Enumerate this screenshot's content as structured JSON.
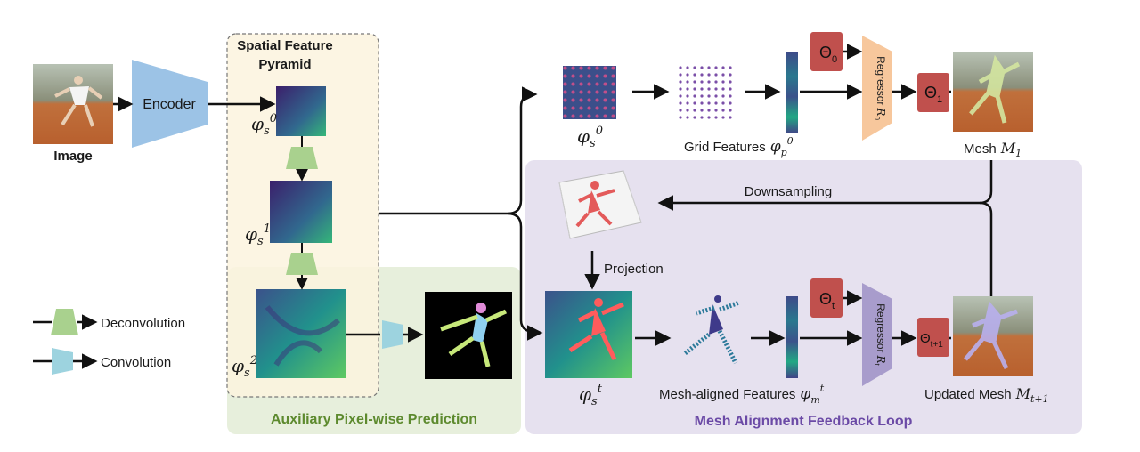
{
  "inputs": {
    "image_label": "Image",
    "encoder_label": "Encoder"
  },
  "pyramid": {
    "title_line1": "Spatial Feature",
    "title_line2": "Pyramid",
    "level0": {
      "base": "φ",
      "sub": "s",
      "sup": "0"
    },
    "level1": {
      "base": "φ",
      "sub": "s",
      "sup": "1"
    },
    "level2": {
      "base": "φ",
      "sub": "s",
      "sup": "2"
    }
  },
  "aux": {
    "title": "Auxiliary Pixel-wise Prediction"
  },
  "legend": {
    "deconv": "Deconvolution",
    "conv": "Convolution"
  },
  "top_branch": {
    "feat_label": {
      "base": "φ",
      "sub": "s",
      "sup": "0"
    },
    "grid_label": "Grid Features",
    "grid_sym": {
      "base": "φ",
      "sub": "p",
      "sup": "0"
    },
    "theta0": {
      "base": "Θ",
      "sub": "0"
    },
    "theta1": {
      "base": "Θ",
      "sub": "1"
    },
    "regressor": {
      "text": "Regressor",
      "sym": "R",
      "sub": "0"
    },
    "mesh_label": "Mesh",
    "mesh_sym": "M",
    "mesh_sub": "1"
  },
  "loop": {
    "title": "Mesh Alignment Feedback Loop",
    "downsampling": "Downsampling",
    "projection": "Projection",
    "feat_label": {
      "base": "φ",
      "sub": "s",
      "sup": "t"
    },
    "mesh_aligned_label": "Mesh-aligned Features",
    "mesh_aligned_sym": {
      "base": "φ",
      "sub": "m",
      "sup": "t"
    },
    "theta_t": {
      "base": "Θ",
      "sub": "t"
    },
    "theta_t1": {
      "base": "Θ",
      "sub": "t+1"
    },
    "regressor": {
      "text": "Regressor",
      "sym": "R",
      "sub": "t"
    },
    "updated_label": "Updated Mesh",
    "updated_sym": "M",
    "updated_sub": "t+1"
  },
  "colors": {
    "encoder": "#9cc3e6",
    "deconv": "#a9d18e",
    "conv": "#9dd3df",
    "regressor0": "#f7c79c",
    "regressor_t": "#a89ccc",
    "theta": "#c0504d",
    "pyramid_bg": "#fbf3de",
    "aux_bg": "#e7efdc",
    "loop_bg": "#e6e1ef",
    "aux_title": "#5d8a2e",
    "loop_title": "#6b4aa6"
  }
}
